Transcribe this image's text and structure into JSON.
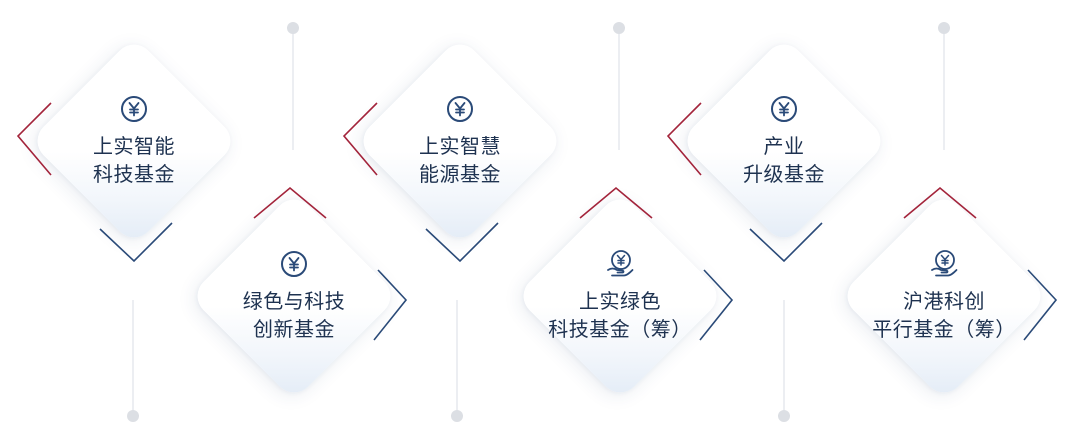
{
  "colors": {
    "navy": "#2a4a78",
    "red": "#a3243b",
    "text": "#1e3250",
    "connector": "#d6dbe2",
    "dot": "#d9dde3"
  },
  "funds": [
    {
      "line1": "上实智能",
      "line2": "科技基金",
      "icon": "yen-coin-icon"
    },
    {
      "line1": "绿色与科技",
      "line2": "创新基金",
      "icon": "yen-coin-icon"
    },
    {
      "line1": "上实智慧",
      "line2": "能源基金",
      "icon": "yen-coin-icon"
    },
    {
      "line1": "上实绿色",
      "line2": "科技基金（筹）",
      "icon": "yen-hand-icon"
    },
    {
      "line1": "产业",
      "line2": "升级基金",
      "icon": "yen-coin-icon"
    },
    {
      "line1": "沪港科创",
      "line2": "平行基金（筹）",
      "icon": "yen-hand-icon"
    }
  ]
}
